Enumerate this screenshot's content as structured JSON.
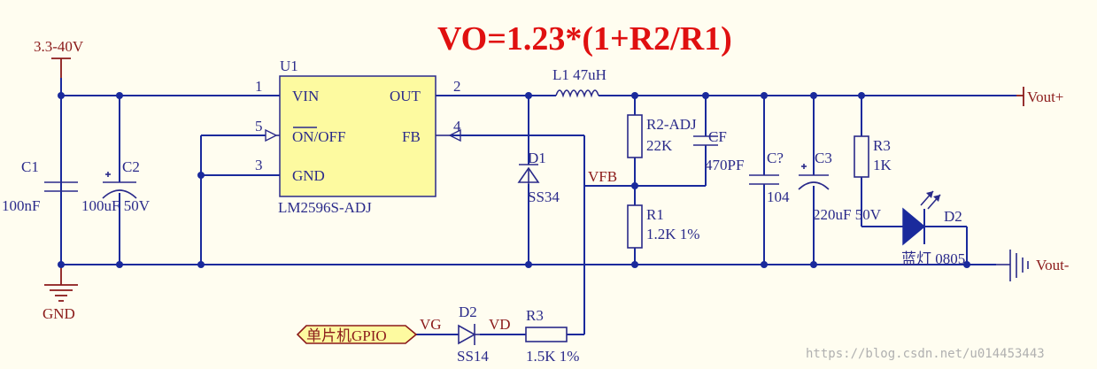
{
  "title": "VO=1.23*(1+R2/R1)",
  "input_voltage": "3.3-40V",
  "gnd": "GND",
  "u1": {
    "ref": "U1",
    "part": "LM2596S-ADJ",
    "pins": [
      {
        "num": "1",
        "name": "VIN"
      },
      {
        "num": "2",
        "name": "OUT"
      },
      {
        "num": "5",
        "name": "ON/OFF",
        "overline": "ON"
      },
      {
        "num": "4",
        "name": "FB"
      },
      {
        "num": "3",
        "name": "GND"
      }
    ]
  },
  "c1": {
    "ref": "C1",
    "value": "100nF"
  },
  "c2": {
    "ref": "C2",
    "value": "100uF 50V"
  },
  "l1": {
    "label": "L1 47uH"
  },
  "d1": {
    "ref": "D1",
    "value": "SS34"
  },
  "vfb": "VFB",
  "r2": {
    "ref": "R2-ADJ",
    "value": "22K"
  },
  "cf": {
    "ref": "CF",
    "value": "470PF"
  },
  "r1": {
    "ref": "R1",
    "value": "1.2K 1%"
  },
  "cq": {
    "ref": "C?",
    "value": "104"
  },
  "c3": {
    "ref": "C3",
    "value": "220uF 50V"
  },
  "r3": {
    "ref": "R3",
    "value": "1K"
  },
  "d2": {
    "ref": "D2",
    "value": "蓝灯 0805"
  },
  "vout_plus": "Vout+",
  "vout_minus": "Vout-",
  "gpio": {
    "port": "单片机GPIO",
    "vg": "VG",
    "vd": "VD",
    "d2_ref": "D2",
    "d2_value": "SS14",
    "r3_ref": "R3",
    "r3_value": "1.5K 1%"
  },
  "watermark": "https://blog.csdn.net/u014453443",
  "colors": {
    "wire": "#1a2a9c",
    "part": "#2a2a8a",
    "power": "#8b1a1a",
    "title": "#e01010",
    "chip": "#fdfaa0"
  }
}
